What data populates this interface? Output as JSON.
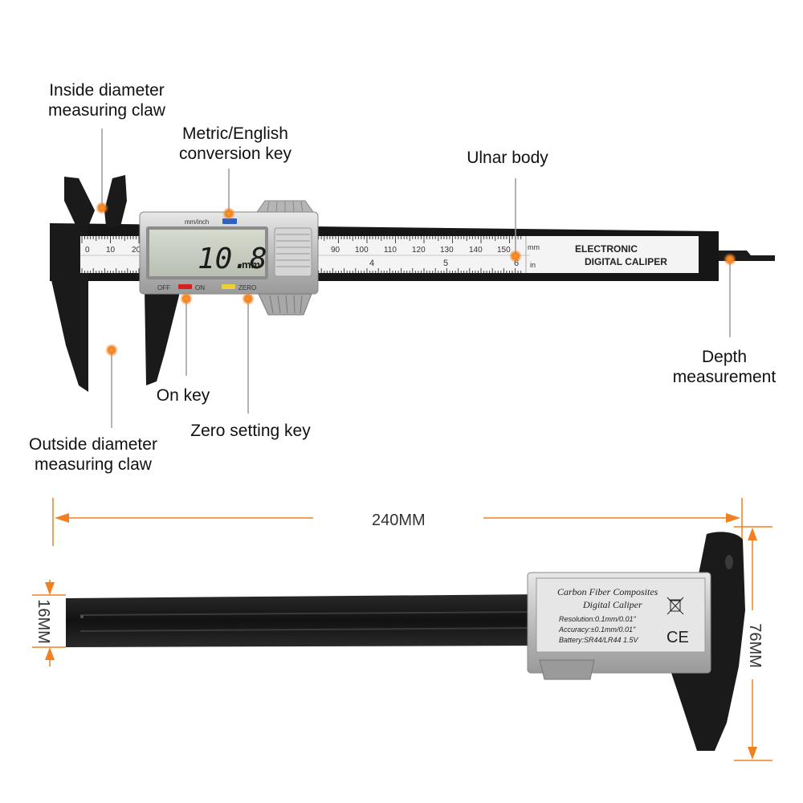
{
  "labels": {
    "inside_claw": [
      "Inside diameter",
      "measuring claw"
    ],
    "metric_key": [
      "Metric/English",
      "conversion key"
    ],
    "ulnar_body": "Ulnar body",
    "depth": [
      "Depth",
      "measurement"
    ],
    "on_key": "On key",
    "zero_key": "Zero setting key",
    "outside_claw": [
      "Outside diameter",
      "measuring claw"
    ]
  },
  "caliper_front": {
    "display_value": "10.8",
    "display_unit": "mm",
    "mode_key_label": "mm/inch",
    "off_label": "OFF",
    "on_label": "ON",
    "zero_label": "ZERO",
    "brand_line1": "ELECTRONIC",
    "brand_line2": "DIGITAL CALIPER",
    "unit_mm": "mm",
    "unit_in": "in",
    "mm_scale": [
      "0",
      "10",
      "20",
      "90",
      "100",
      "110",
      "120",
      "130",
      "140",
      "150"
    ],
    "in_scale": [
      "4",
      "5",
      "6"
    ]
  },
  "caliper_back": {
    "spec_title1": "Carbon Fiber Composites",
    "spec_title2": "Digital Caliper",
    "resolution": "Resolution:0.1mm/0.01\"",
    "accuracy": "Accuracy:±0.1mm/0.01\"",
    "battery": "Battery:SR44/LR44 1.5V",
    "ce_mark": "CE"
  },
  "dimensions": {
    "length": "240MM",
    "thickness": "16MM",
    "height": "76MM"
  },
  "colors": {
    "accent": "#f08020",
    "body_black": "#1a1a1a",
    "silver": "#c8c8c8",
    "lcd": "#c9cfc2",
    "on_key": "#d62020",
    "zero_key": "#e8d238",
    "mode_key": "#3060c0"
  }
}
